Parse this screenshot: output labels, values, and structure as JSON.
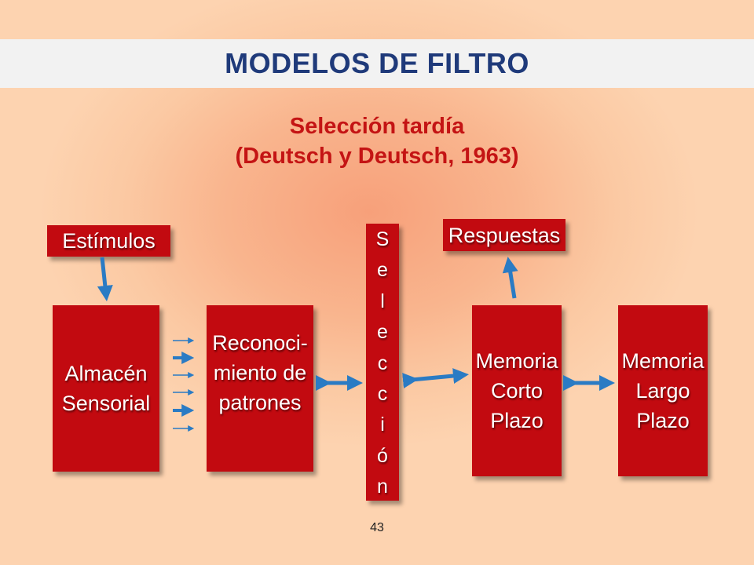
{
  "title": "MODELOS DE FILTRO",
  "subtitle": {
    "line1": "Selección tardía",
    "line2": "(Deutsch y Deutsch, 1963)"
  },
  "boxes": {
    "estimulos": "Estímulos",
    "respuestas": "Respuestas",
    "almacen": [
      "Almacén",
      "Sensorial"
    ],
    "reconocimiento": [
      "Reconoci-",
      "miento de",
      "patrones"
    ],
    "memoria_corto": [
      "Memoria",
      "Corto",
      "Plazo"
    ],
    "memoria_largo": [
      "Memoria",
      "Largo",
      "Plazo"
    ],
    "seleccion_letters": [
      "S",
      "e",
      "l",
      "e",
      "c",
      "c",
      "i",
      "ó",
      "n"
    ]
  },
  "colors": {
    "box_fill": "#c20a10",
    "arrow": "#2a7bc4",
    "title_text": "#1f3a7a",
    "subtitle_text": "#c41414"
  },
  "page_number": "43"
}
